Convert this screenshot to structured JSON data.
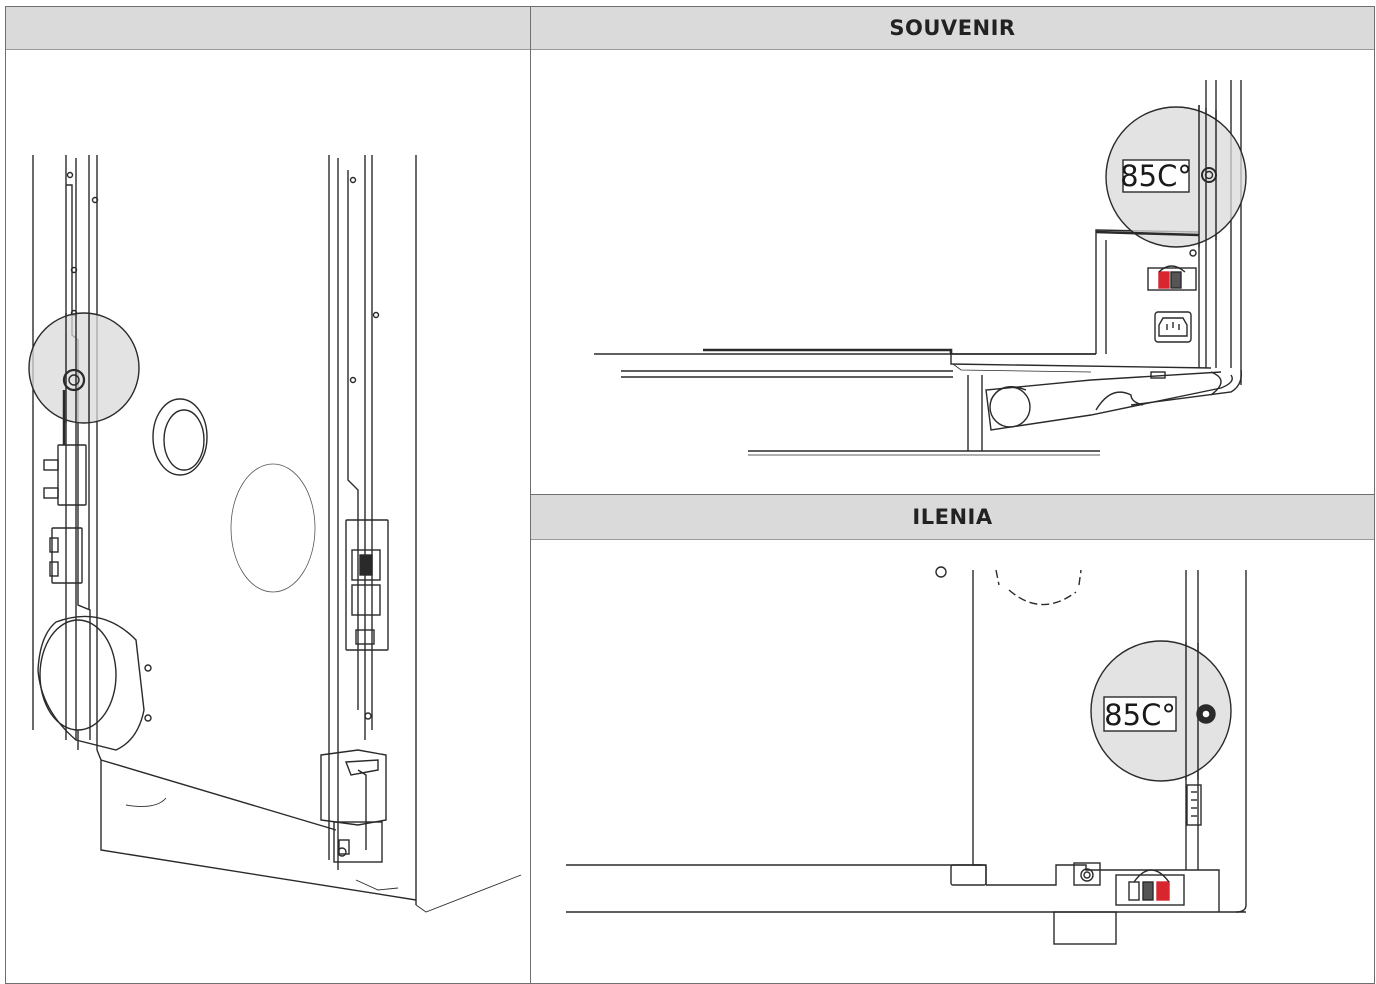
{
  "panels": {
    "left": {
      "title": ""
    },
    "souvenir": {
      "title": "SOUVENIR",
      "thermostat_label": "85C°"
    },
    "ilenia": {
      "title": "ILENIA",
      "thermostat_label": "85C°"
    }
  },
  "colors": {
    "header_bg": "#dadada",
    "line": "#2a2a2a",
    "magnifier": "#d9d9d9",
    "terminal_red": "#d8262e"
  }
}
